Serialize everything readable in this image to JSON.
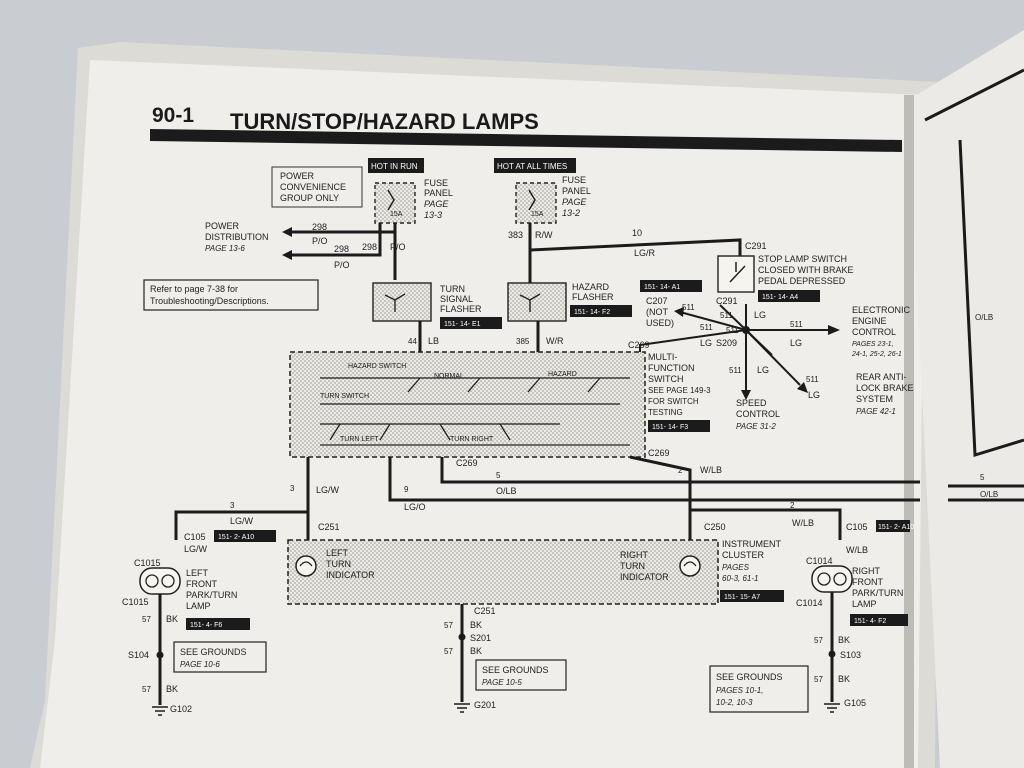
{
  "header": {
    "section_number": "90-1",
    "title": "TURN/STOP/HAZARD LAMPS"
  },
  "supply": {
    "hot_in_run": "HOT IN RUN",
    "hot_at_all_times": "HOT AT ALL TIMES",
    "fuse_a": {
      "label": [
        "FUSE",
        "PANEL"
      ],
      "page": [
        "PAGE",
        "13-3"
      ],
      "rating": "15A"
    },
    "fuse_b": {
      "label": [
        "FUSE",
        "PANEL"
      ],
      "page": [
        "PAGE",
        "13-2"
      ],
      "rating": "15A"
    }
  },
  "notes": {
    "power_convenience": [
      "POWER",
      "CONVENIENCE",
      "GROUP ONLY"
    ],
    "power_distribution": [
      "POWER",
      "DISTRIBUTION"
    ],
    "power_distribution_page": "PAGE 13-6",
    "refer": [
      "Refer to page 7-38 for",
      "Troubleshooting/Descriptions."
    ]
  },
  "components": {
    "turn_signal_flasher": {
      "label": [
        "TURN",
        "SIGNAL",
        "FLASHER"
      ],
      "ref": "151- 14- E1"
    },
    "hazard_flasher": {
      "label": [
        "HAZARD",
        "FLASHER"
      ],
      "ref": "151- 14- F2"
    },
    "hazard_flasher_top_ref": "151- 14- A1",
    "stop_lamp_switch": {
      "label": [
        "STOP LAMP SWITCH",
        "CLOSED WITH BRAKE",
        "PEDAL DEPRESSED"
      ],
      "ref": "151- 14- A4"
    },
    "multi_function_switch": {
      "label": [
        "MULTI-",
        "FUNCTION",
        "SWITCH"
      ],
      "note": [
        "SEE PAGE 149-3",
        "FOR SWITCH",
        "TESTING"
      ],
      "ref": "151- 14- F3"
    },
    "switch_labels": {
      "hazard_switch": "HAZARD SWITCH",
      "normal": "NORMAL",
      "hazard": "HAZARD",
      "turn_switch": "TURN SWITCH",
      "turn_left": "TURN LEFT",
      "turn_right": "TURN RIGHT"
    },
    "instrument_cluster": {
      "label": [
        "INSTRUMENT",
        "CLUSTER"
      ],
      "pages": [
        "PAGES",
        "60-3, 61-1"
      ],
      "ref": "151- 15- A7"
    },
    "left_indicator": [
      "LEFT",
      "TURN",
      "INDICATOR"
    ],
    "right_indicator": [
      "RIGHT",
      "TURN",
      "INDICATOR"
    ],
    "left_lamp": {
      "label": [
        "LEFT",
        "FRONT",
        "PARK/TURN",
        "LAMP"
      ],
      "ref": "151- 4- F6"
    },
    "right_lamp": {
      "label": [
        "RIGHT",
        "FRONT",
        "PARK/TURN",
        "LAMP"
      ],
      "ref": "151- 4- F2"
    },
    "electronic_engine_control": {
      "label": [
        "ELECTRONIC",
        "ENGINE",
        "CONTROL"
      ],
      "pages": [
        "PAGES 23-1,",
        "24-1, 25-2, 26-1"
      ]
    },
    "rear_anti_lock": {
      "label": [
        "REAR ANTI-",
        "LOCK BRAKE",
        "SYSTEM"
      ],
      "page": "PAGE 42-1"
    },
    "speed_control": {
      "label": [
        "SPEED",
        "CONTROL"
      ],
      "page": "PAGE 31-2"
    },
    "c207_note": [
      "C207",
      "(NOT",
      "USED)"
    ]
  },
  "grounds": {
    "left": {
      "title": "SEE GROUNDS",
      "pages": "PAGE 10-6"
    },
    "center": {
      "title": "SEE GROUNDS",
      "pages": "PAGE 10-5"
    },
    "right": {
      "title": "SEE GROUNDS",
      "pages": [
        "PAGES 10-1,",
        "10-2, 10-3"
      ]
    }
  },
  "refs": {
    "left_c105": "151- 2- A10",
    "right_c105": "151- 2- A10"
  },
  "wires": {
    "w298a": "298",
    "w298b": "298",
    "w298c": "298",
    "po": "P/O",
    "w383": "383",
    "rw": "R/W",
    "w10": "10",
    "lgr": "LG/R",
    "w44": "44",
    "lb": "LB",
    "w385": "385",
    "wr": "W/R",
    "w511": "511",
    "lg": "LG",
    "w3": "3",
    "lgw": "LG/W",
    "w5": "5",
    "olb": "O/LB",
    "w9": "9",
    "lgo": "LG/O",
    "w2": "2",
    "wlb": "W/LB",
    "w57": "57",
    "bk": "BK"
  },
  "connectors": {
    "c291": "C291",
    "c269": "C269",
    "s209": "S209",
    "c251": "C251",
    "c250": "C250",
    "c105": "C105",
    "c1015": "C1015",
    "c1014": "C1014",
    "s104": "S104",
    "s201": "S201",
    "s103": "S103",
    "g102": "G102",
    "g201": "G201",
    "g105": "G105"
  },
  "right_page": {
    "wire": "O/LB",
    "wire5": "5"
  }
}
